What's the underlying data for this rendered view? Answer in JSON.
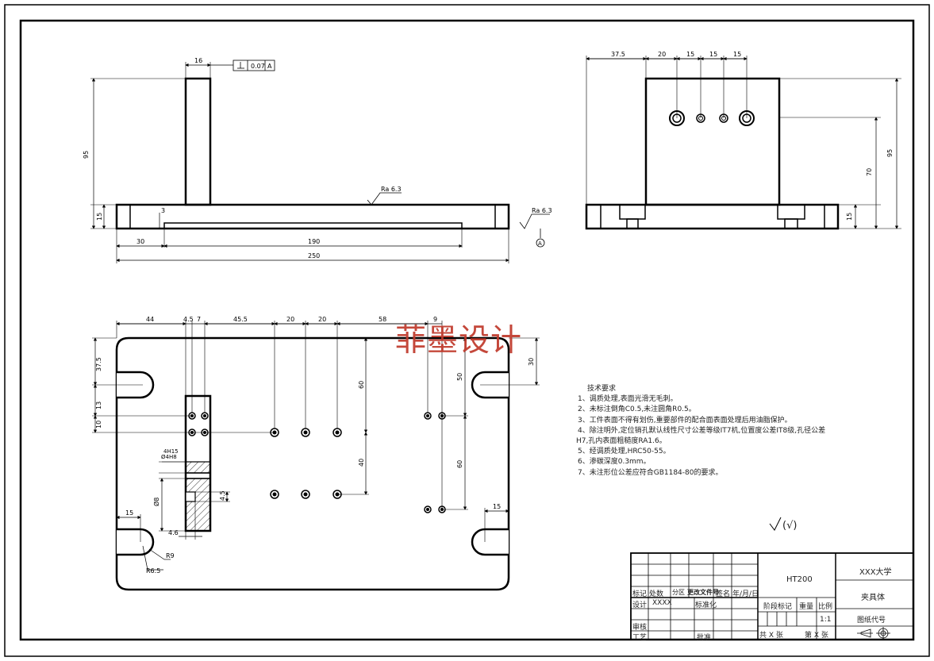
{
  "watermark": "菲墨设计",
  "technical_requirements": {
    "title": "技术要求",
    "items": [
      "1、调质处理,表面光滑无毛刺。",
      "2、未标注倒角C0.5,未注圆角R0.5。",
      "3、工件表面不得有划伤,重要部件的配合面表面处理后用油脂保护。",
      "4、除注明外,定位销孔默认线性尺寸公差等级IT7机,位置度公差IT8级,孔径公差",
      "H7,孔内表面粗糙度RA1.6。",
      "5、经调质处理,HRC50-55。",
      "6、渗碳深度0.3mm。",
      "7、未注形位公差应符合GB1184-80的要求。"
    ]
  },
  "general_roughness": "(√)",
  "front_view": {
    "dims": {
      "top_width": "16",
      "height": "95",
      "base_thick": "15",
      "step": "3",
      "left_offset": "30",
      "slot_len": "190",
      "total_len": "250"
    },
    "tolerance": {
      "value": "0.07",
      "datum": "A"
    },
    "roughness": [
      "Ra 6.3",
      "Ra 6.3"
    ],
    "datum_label": "A"
  },
  "side_view": {
    "dims": {
      "left": "37.5",
      "d1": "20",
      "d2": "15",
      "d3": "15",
      "d4": "15",
      "height": "95",
      "body": "70",
      "base": "15"
    }
  },
  "top_view": {
    "dims": {
      "d44": "44",
      "d45": "4.5",
      "d7": "7",
      "d455": "45.5",
      "d20a": "20",
      "d20b": "20",
      "d58": "58",
      "d9": "9",
      "v375": "37.5",
      "v13": "13",
      "v10": "10",
      "v60a": "60",
      "v40": "40",
      "v50": "50",
      "v60b": "60",
      "v30": "30",
      "h15a": "15",
      "h15b": "15",
      "h46": "4.6",
      "r9": "R9",
      "r65": "R6.5",
      "d18": "Ø8",
      "d45b": "4.5",
      "d2h": "Ø4H8",
      "d4h": "4H15"
    }
  },
  "title_block": {
    "material": "HT200",
    "school": "XXX大学",
    "part_name": "夹具体",
    "drawing_no_label": "图纸代号",
    "scale_label": "比例",
    "scale": "1:1",
    "weight_label": "重量",
    "stage_label": "阶段标记",
    "mark": "标记",
    "count": "处数",
    "zone": "分区",
    "change_doc": "更改文件号",
    "sign": "签名",
    "date": "年/月/日",
    "design": "设计",
    "designer": "XXXX",
    "standard": "标准化",
    "review": "审核",
    "process": "工艺",
    "approve": "批准",
    "sheets_total": "共 X 张",
    "sheet_no": "第 X 张"
  }
}
